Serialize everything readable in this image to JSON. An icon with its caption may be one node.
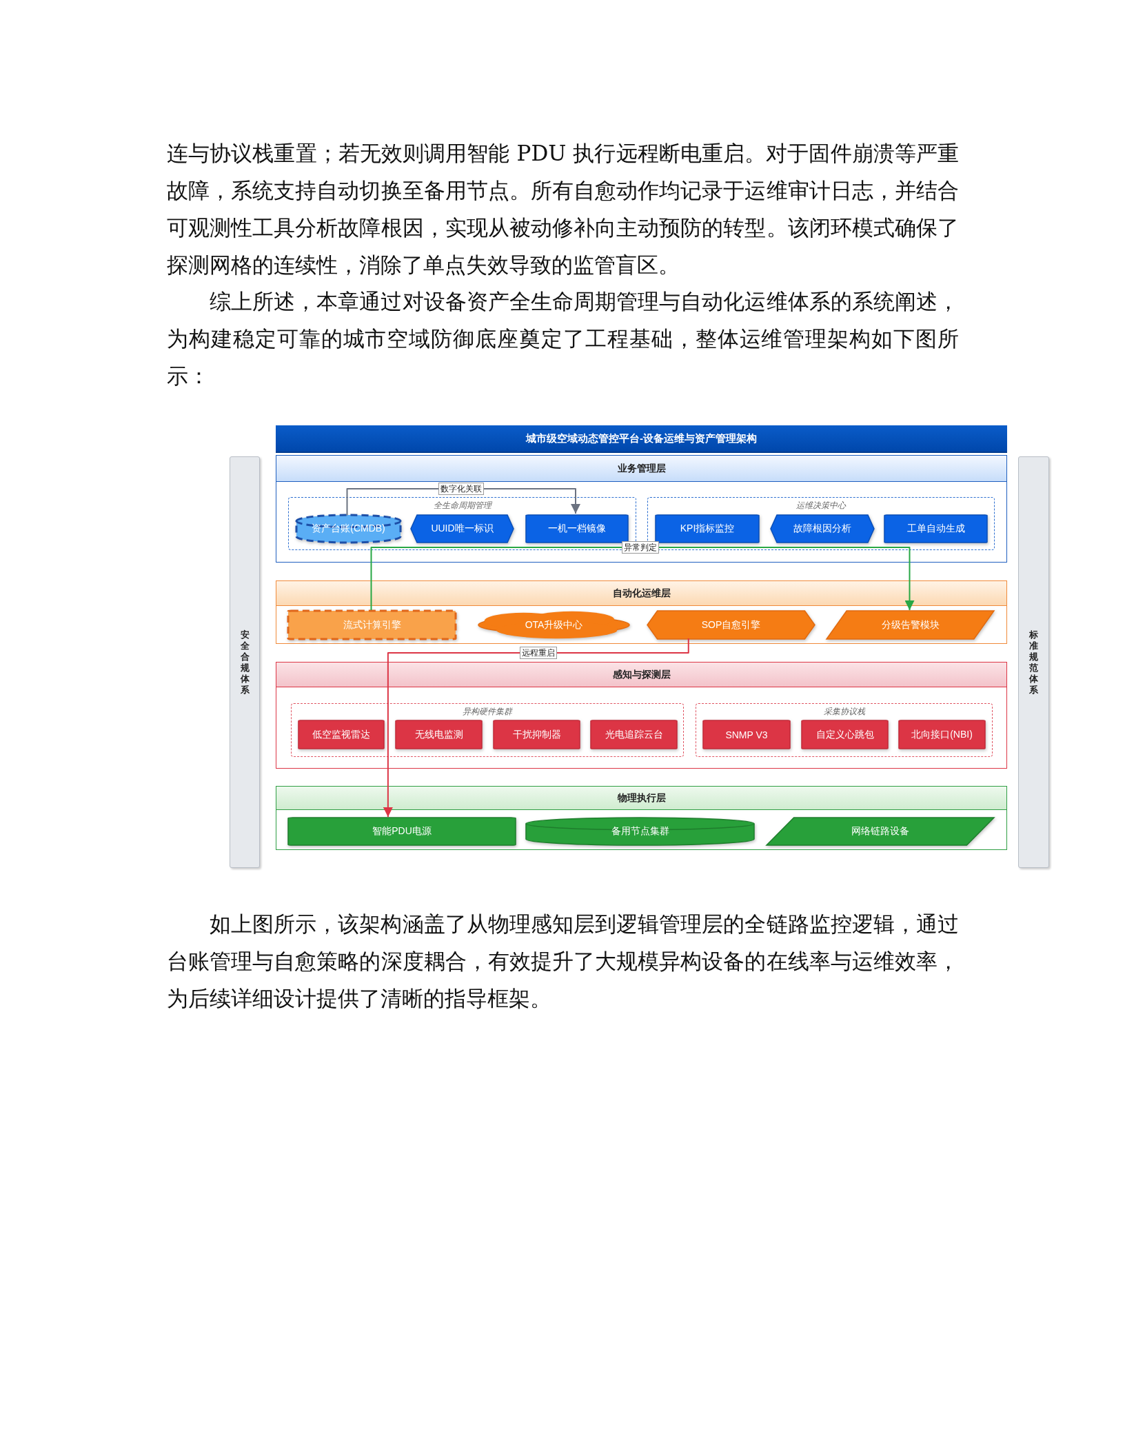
{
  "diagram": {
    "nodes": [
      {
        "text": [
          "城市级空域动态管控平台-设备运维与资产管理架构"
        ]
      },
      {
        "text": [
          "安全合规体系"
        ]
      },
      {
        "text": [
          "标准规范体系"
        ]
      },
      {
        "text": [
          "业务管理层"
        ]
      },
      {
        "text": [
          "全生命周期管理"
        ],
        "in": 3
      },
      {
        "text": [
          "资产台账(CMDB)"
        ],
        "in": 4
      },
      {
        "text": [
          "UUID唯一标识"
        ],
        "in": 4
      },
      {
        "text": [
          "一机一档镜像"
        ],
        "in": 4
      },
      {
        "text": [
          "运维决策中心"
        ],
        "in": 3
      },
      {
        "text": [
          "KPI指标监控"
        ],
        "in": 8
      },
      {
        "text": [
          "故障根因分析"
        ],
        "in": 8
      },
      {
        "text": [
          "工单自动生成"
        ],
        "in": 8
      },
      {
        "text": [
          "自动化运维层"
        ]
      },
      {
        "text": [
          "流式计算引擎"
        ],
        "in": 12
      },
      {
        "text": [
          "OTA升级中心"
        ],
        "in": 12
      },
      {
        "text": [
          "SOP自愈引擎"
        ],
        "in": 12
      },
      {
        "text": [
          "分级告警模块"
        ],
        "in": 12
      },
      {
        "text": [
          "感知与探测层"
        ]
      },
      {
        "text": [
          "异构硬件集群"
        ],
        "in": 17
      },
      {
        "text": [
          "低空监视雷达"
        ],
        "in": 18
      },
      {
        "text": [
          "无线电监测"
        ],
        "in": 18
      },
      {
        "text": [
          "干扰抑制器"
        ],
        "in": 18
      },
      {
        "text": [
          "光电追踪云台"
        ],
        "in": 18
      },
      {
        "text": [
          "采集协议栈"
        ],
        "in": 17
      },
      {
        "text": [
          "SNMP V3"
        ],
        "in": 23
      },
      {
        "text": [
          "自定义心跳包"
        ],
        "in": 23
      },
      {
        "text": [
          "北向接口(NBI)"
        ],
        "in": 23
      },
      {
        "text": [
          "物理执行层"
        ]
      },
      {
        "text": [
          "智能PDU电源"
        ],
        "in": 27
      },
      {
        "text": [
          "备用节点集群"
        ],
        "in": 27
      },
      {
        "text": [
          "网络链路设备"
        ],
        "in": 27
      }
    ],
    "edges": [
      {
        "from": 5,
        "to": 7,
        "arrow": "to",
        "label": "数字化关联",
        "color": "#6b7280"
      },
      {
        "from": 13,
        "to": 16,
        "arrow": "to",
        "label": "异常判定",
        "color": "#28a745"
      },
      {
        "from": 15,
        "to": 28,
        "arrow": "to",
        "label": "远程重启",
        "color": "#dc3545"
      }
    ],
    "labels": [
      "连与协议栈重置；若无效则调用智能 PDU 执行远程断电重启。对于固件崩溃等严重故障，系统支持自动切换至备用节点。所有自愈动作均记录于运维审计日志，并结合可观测性工具分析故障根因，实现从被动修补向主动预防的转型。该闭环模式确保了探测网格的连续性，消除了单点失效导致的监管盲区。",
      "综上所述，本章通过对设备资产全生命周期管理与自动化运维体系的系统阐述，为构建稳定可靠的城市空域防御底座奠定了工程基础，整体运维管理架构如下图所示：",
      "如上图所示，该架构涵盖了从物理感知层到逻辑管理层的全链路监控逻辑，通过台账管理与自愈策略的深度耦合，有效提升了大规模异构设备的在线率与运维效率，为后续详细设计提供了清晰的指导框架。"
    ]
  }
}
